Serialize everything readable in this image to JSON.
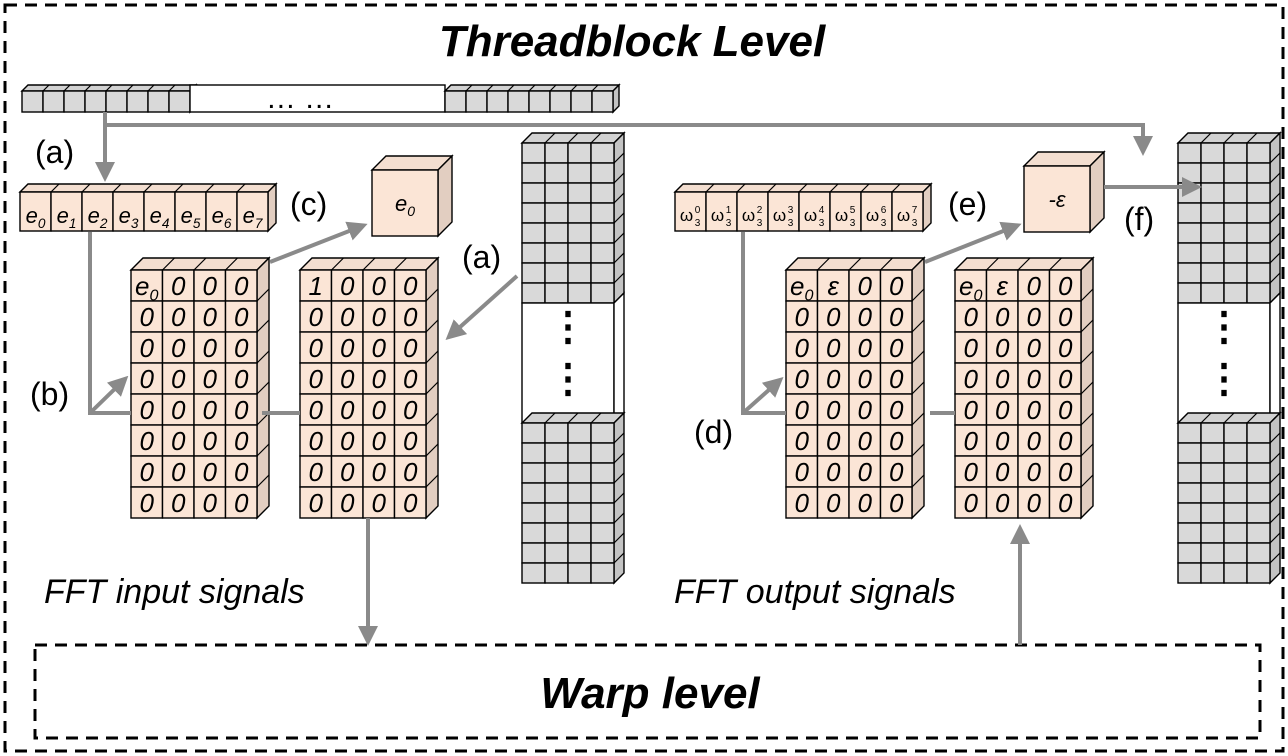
{
  "title": "Threadblock Level",
  "warp_label": "Warp level",
  "input_caption": "FFT input signals",
  "output_caption": "FFT output signals",
  "steps": {
    "a_top": "(a)",
    "a_mid": "(a)",
    "b": "(b)",
    "c": "(c)",
    "d": "(d)",
    "e": "(e)",
    "f": "(f)"
  },
  "input_strip_ellipsis": "… …",
  "e_vector": [
    "e0",
    "e1",
    "e2",
    "e3",
    "e4",
    "e5",
    "e6",
    "e7"
  ],
  "omega_vector": [
    "0",
    "1",
    "2",
    "3",
    "4",
    "5",
    "6",
    "7"
  ],
  "cube_e0": "e0",
  "cube_neg_eps": "-ε",
  "vertical_ellipsis": "⋮",
  "matrix_A": [
    [
      "e0",
      "0",
      "0",
      "0"
    ],
    [
      "0",
      "0",
      "0",
      "0"
    ],
    [
      "0",
      "0",
      "0",
      "0"
    ],
    [
      "0",
      "0",
      "0",
      "0"
    ],
    [
      "0",
      "0",
      "0",
      "0"
    ],
    [
      "0",
      "0",
      "0",
      "0"
    ],
    [
      "0",
      "0",
      "0",
      "0"
    ],
    [
      "0",
      "0",
      "0",
      "0"
    ]
  ],
  "matrix_B": [
    [
      "1",
      "0",
      "0",
      "0"
    ],
    [
      "0",
      "0",
      "0",
      "0"
    ],
    [
      "0",
      "0",
      "0",
      "0"
    ],
    [
      "0",
      "0",
      "0",
      "0"
    ],
    [
      "0",
      "0",
      "0",
      "0"
    ],
    [
      "0",
      "0",
      "0",
      "0"
    ],
    [
      "0",
      "0",
      "0",
      "0"
    ],
    [
      "0",
      "0",
      "0",
      "0"
    ]
  ],
  "matrix_C": [
    [
      "e0",
      "ε",
      "0",
      "0"
    ],
    [
      "0",
      "0",
      "0",
      "0"
    ],
    [
      "0",
      "0",
      "0",
      "0"
    ],
    [
      "0",
      "0",
      "0",
      "0"
    ],
    [
      "0",
      "0",
      "0",
      "0"
    ],
    [
      "0",
      "0",
      "0",
      "0"
    ],
    [
      "0",
      "0",
      "0",
      "0"
    ],
    [
      "0",
      "0",
      "0",
      "0"
    ]
  ],
  "matrix_D": [
    [
      "e0",
      "ε",
      "0",
      "0"
    ],
    [
      "0",
      "0",
      "0",
      "0"
    ],
    [
      "0",
      "0",
      "0",
      "0"
    ],
    [
      "0",
      "0",
      "0",
      "0"
    ],
    [
      "0",
      "0",
      "0",
      "0"
    ],
    [
      "0",
      "0",
      "0",
      "0"
    ],
    [
      "0",
      "0",
      "0",
      "0"
    ],
    [
      "0",
      "0",
      "0",
      "0"
    ]
  ],
  "colors": {
    "peach": "#fbe5d6",
    "grey": "#d9d9d9",
    "arrow": "#8a8a8a"
  }
}
